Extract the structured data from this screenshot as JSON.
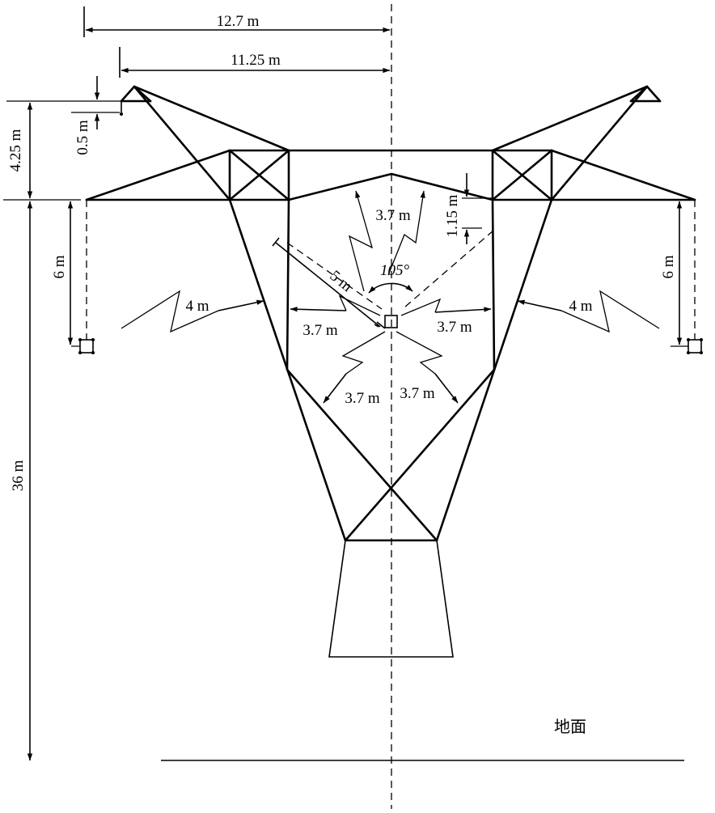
{
  "dimensions": {
    "top_span_outer": "12.7 m",
    "top_span_inner": "11.25 m",
    "groundwire_height": "4.25 m",
    "groundwire_offset": "0.5 m",
    "tower_height": "36 m",
    "left_insulator": "6 m",
    "right_insulator": "6 m",
    "center_sag": "1.15 m",
    "center_diag": "5 m",
    "angle": "105°"
  },
  "clearances": {
    "left_outer": "4 m",
    "right_outer": "4 m",
    "center_top": "3.7 m",
    "center_left": "3.7 m",
    "center_right": "3.7 m",
    "center_bottom_left": "3.7 m",
    "center_bottom_right": "3.7 m"
  },
  "ground_label": "地面"
}
